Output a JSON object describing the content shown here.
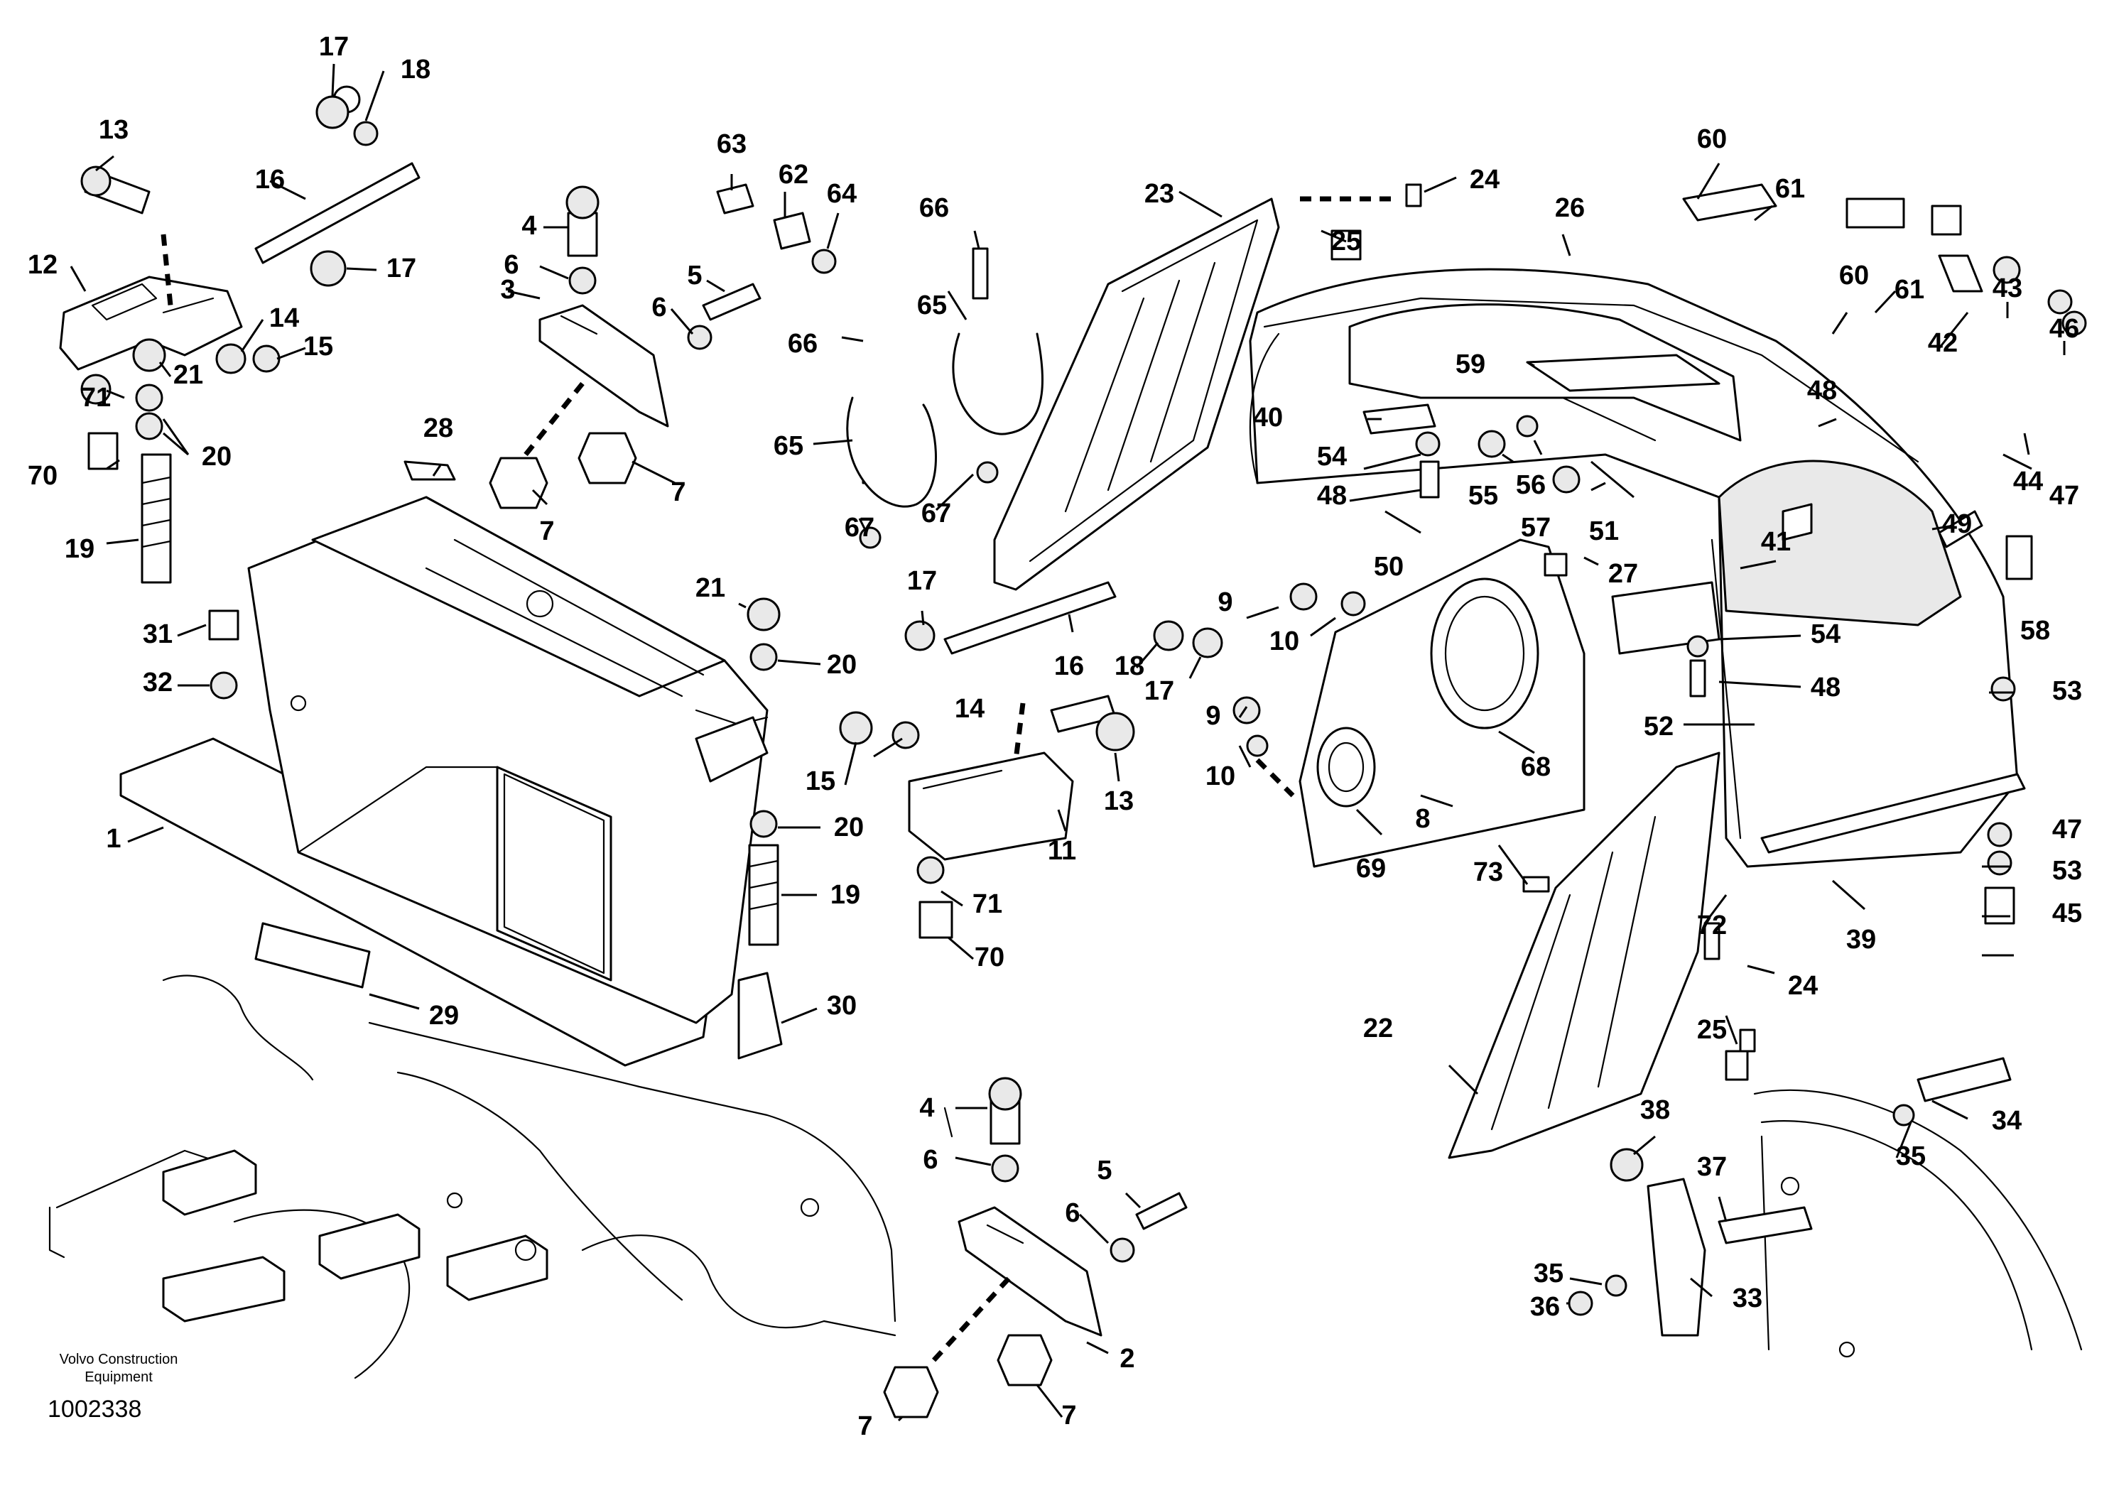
{
  "footer": {
    "brand_line1": "Volvo Construction",
    "brand_line2": "Equipment",
    "drawing_number": "1002338"
  },
  "callouts": [
    "17",
    "18",
    "13",
    "16",
    "17",
    "12",
    "14",
    "15",
    "71",
    "21",
    "20",
    "70",
    "19",
    "4",
    "6",
    "5",
    "3",
    "6",
    "7",
    "7",
    "63",
    "62",
    "64",
    "66",
    "65",
    "66",
    "65",
    "67",
    "67",
    "23",
    "24",
    "25",
    "26",
    "60",
    "61",
    "60",
    "61",
    "43",
    "42",
    "46",
    "48",
    "47",
    "44",
    "49",
    "58",
    "40",
    "54",
    "48",
    "59",
    "55",
    "56",
    "57",
    "51",
    "50",
    "27",
    "41",
    "54",
    "48",
    "53",
    "52",
    "9",
    "10",
    "9",
    "10",
    "8",
    "68",
    "69",
    "73",
    "72",
    "24",
    "25",
    "22",
    "39",
    "47",
    "53",
    "45",
    "17",
    "16",
    "18",
    "17",
    "14",
    "15",
    "13",
    "11",
    "71",
    "70",
    "28",
    "21",
    "20",
    "20",
    "19",
    "31",
    "32",
    "1",
    "29",
    "30",
    "4",
    "6",
    "5",
    "6",
    "2",
    "7",
    "7",
    "38",
    "37",
    "35",
    "36",
    "33",
    "34",
    "35"
  ]
}
